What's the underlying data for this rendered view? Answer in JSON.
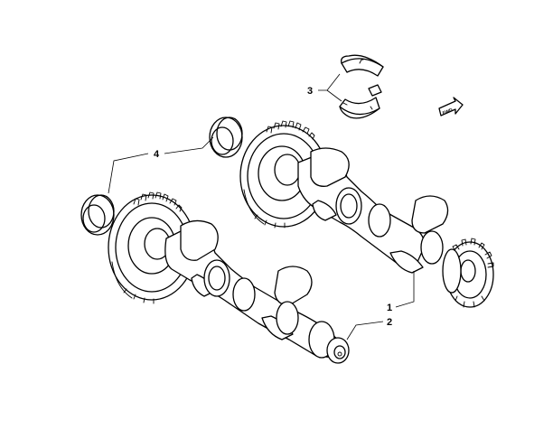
{
  "callouts": {
    "c1": "1",
    "c2": "2",
    "c3": "3",
    "c4": "4"
  },
  "parts": {
    "front_arrow_label": "FWD"
  }
}
